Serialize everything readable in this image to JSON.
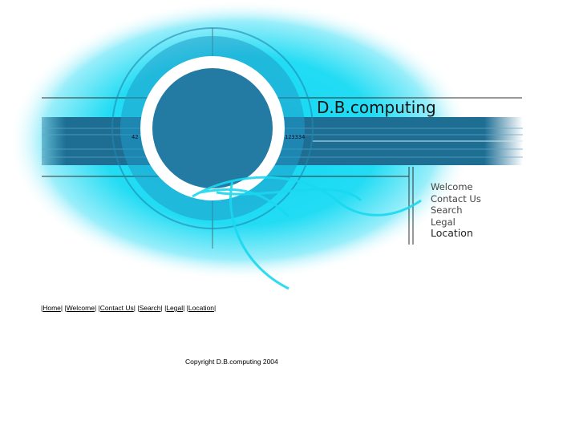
{
  "brand": "D.B.computing",
  "graphic_numbers": {
    "left": "42",
    "right": "123334"
  },
  "side_nav": [
    "Welcome",
    "Contact Us",
    "Search",
    "Legal",
    "Location"
  ],
  "text_nav": [
    "Home",
    "Welcome",
    "Contact Us",
    "Search",
    "Legal",
    "Location"
  ],
  "copyright": "Copyright  D.B.computing 2004",
  "colors": {
    "cyan": "#1ad8f0",
    "band": "#1e6e94",
    "disk": "#237aa3"
  }
}
